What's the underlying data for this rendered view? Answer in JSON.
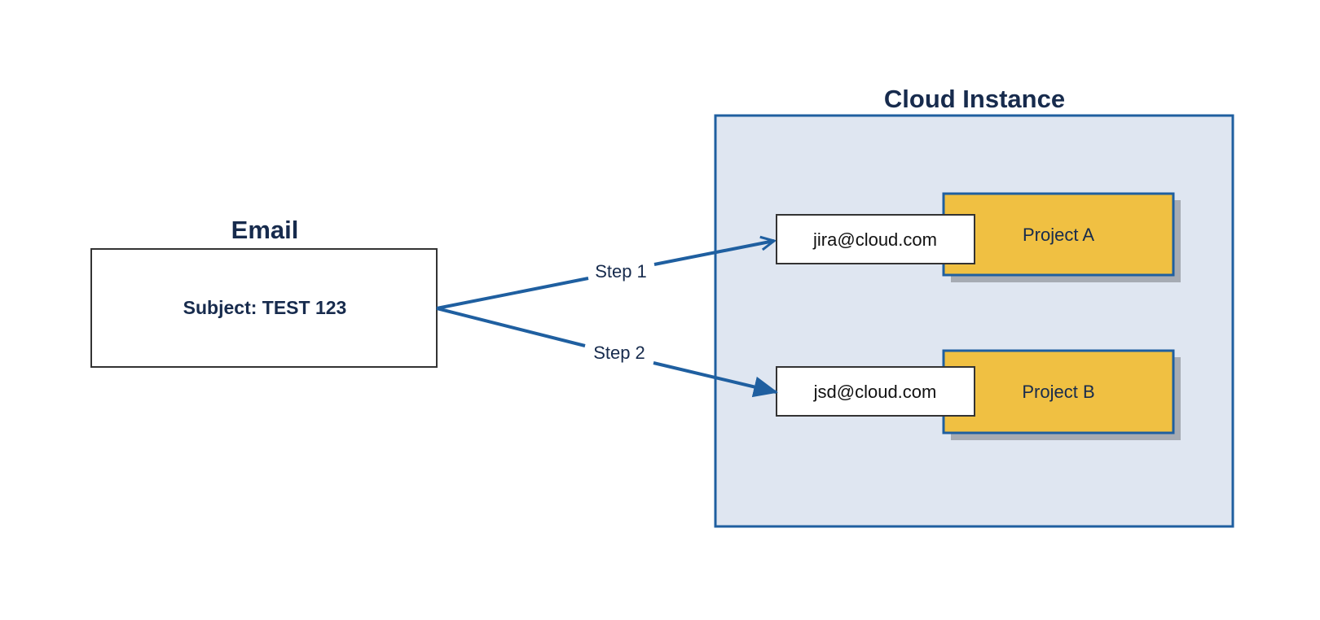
{
  "email": {
    "title": "Email",
    "subject": "Subject: TEST 123"
  },
  "cloud": {
    "title": "Cloud Instance"
  },
  "projects": [
    {
      "name": "Project A",
      "address": "jira@cloud.com"
    },
    {
      "name": "Project B",
      "address": "jsd@cloud.com"
    }
  ],
  "steps": [
    {
      "label": "Step 1"
    },
    {
      "label": "Step 2"
    }
  ],
  "colors": {
    "title": "#172b4d",
    "arrow": "#1f5fa0",
    "cloud_fill": "#dfe6f1",
    "cloud_border": "#1f5fa0",
    "project_fill": "#f0c042",
    "project_border": "#1f5fa0",
    "shadow": "#a6abb3",
    "box_border": "#333333",
    "box_fill": "#ffffff"
  }
}
